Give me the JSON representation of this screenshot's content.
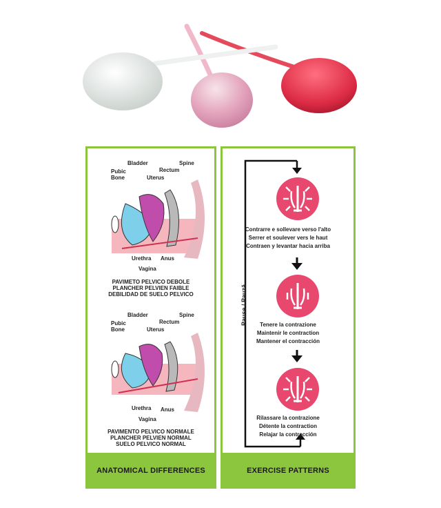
{
  "anatomy": {
    "weak": {
      "labels": {
        "pubic_bone": "Pubic\nBone",
        "bladder": "Bladder",
        "uterus": "Uterus",
        "rectum": "Rectum",
        "spine": "Spine",
        "urethra": "Urethra",
        "anus": "Anus",
        "vagina": "Vagina"
      },
      "caption": [
        "PAVIMETO PELVICO DEBOLE",
        "PLANCHER PELVIEN FAIBLE",
        "DEBILIDAD DE SUELO PELVICO"
      ]
    },
    "normal": {
      "labels": {
        "pubic_bone": "Pubic\nBone",
        "bladder": "Bladder",
        "uterus": "Uterus",
        "rectum": "Rectum",
        "spine": "Spine",
        "urethra": "Urethra",
        "anus": "Anus",
        "vagina": "Vagina"
      },
      "caption": [
        "PAVIMENTO PELVICO NORMALE",
        "PLANCHER PELVIEN NORMAL",
        "SUELO PELVICO NORMAL"
      ]
    },
    "footer": "ANATOMICAL DIFFERENCES"
  },
  "exercise": {
    "side_label": "Pause / Pauză",
    "steps": [
      {
        "lines": [
          "Contrarre e sollevare verso l'alto",
          "Serrer et soulever vers le haut",
          "Contraen y levantar hacia arriba"
        ]
      },
      {
        "lines": [
          "Tenere la contrazione",
          "Maintenir le contraction",
          "Mantener el contracción"
        ]
      },
      {
        "lines": [
          "Rilassare la contrazione",
          "Détente la contraction",
          "Relajar la contracción"
        ]
      }
    ],
    "footer": "EXERCISE PATTERNS"
  },
  "colors": {
    "accent_green": "#8cc63f",
    "icon_pink": "#e8476e",
    "ball_white": "#e9ecea",
    "ball_pink": "#e9a9c0",
    "ball_red": "#e2384f"
  }
}
